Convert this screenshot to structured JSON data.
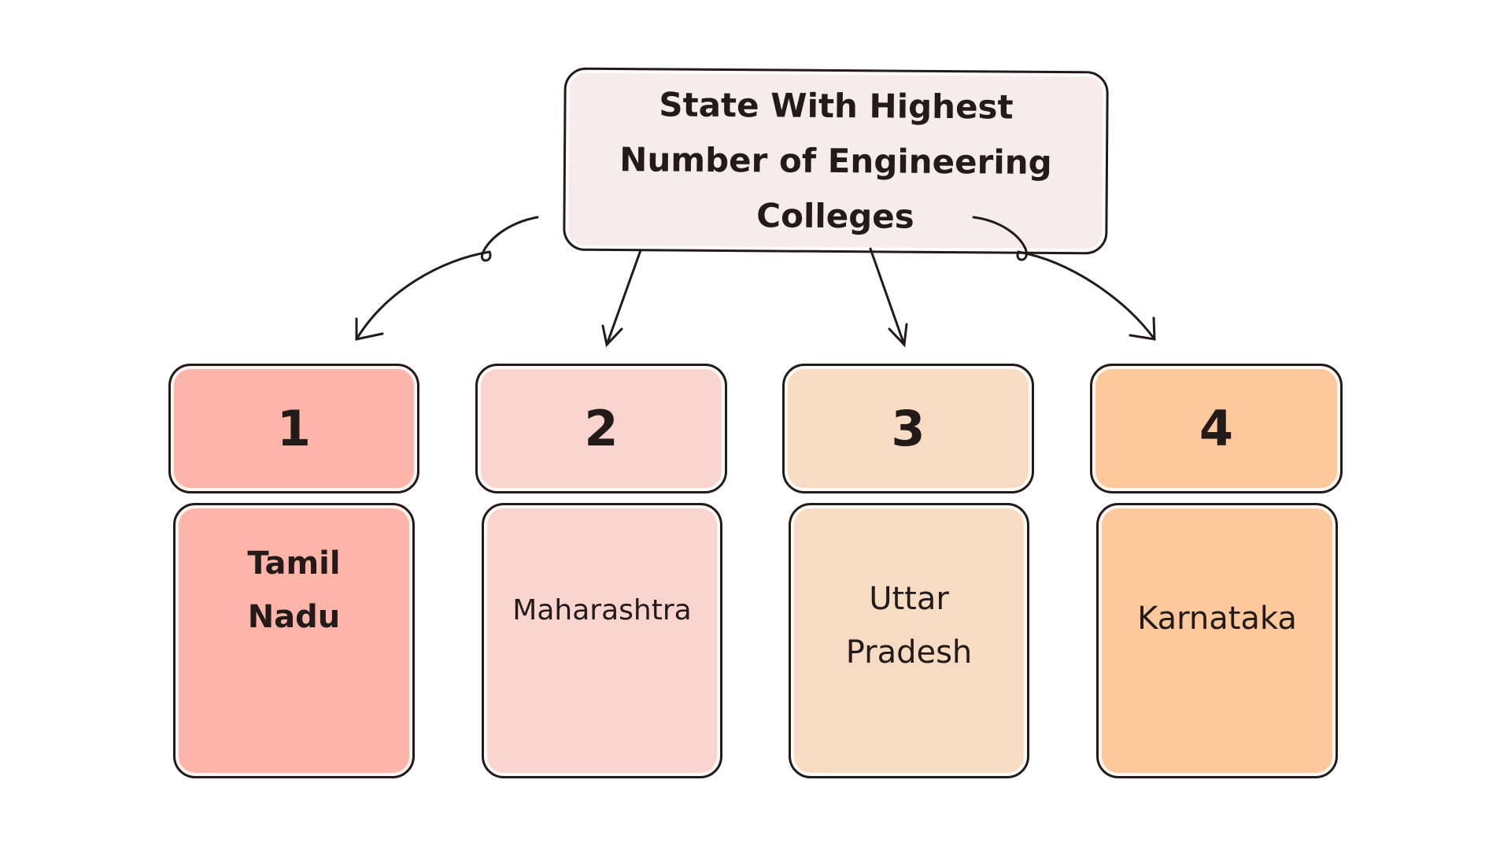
{
  "title": "State With Highest Number of Engineering Colleges",
  "items": [
    {
      "rank": "1",
      "state": "Tamil Nadu",
      "color": "#fdb5a9"
    },
    {
      "rank": "2",
      "state": "Maharashtra",
      "color": "#fad4cf"
    },
    {
      "rank": "3",
      "state": "Uttar Pradesh",
      "color": "#f7dcc3"
    },
    {
      "rank": "4",
      "state": "Karnataka",
      "color": "#fdc89b"
    }
  ]
}
